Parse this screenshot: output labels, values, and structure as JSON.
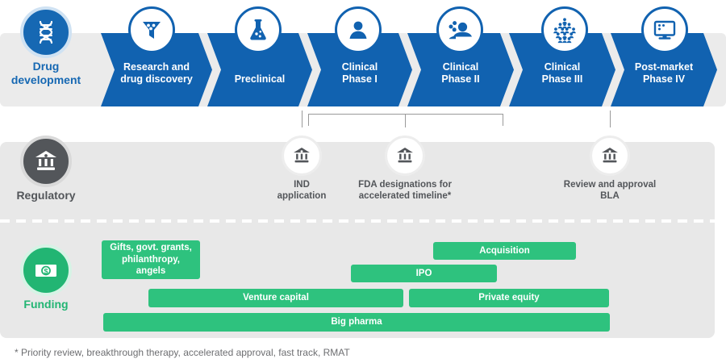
{
  "lanes": {
    "development": {
      "label": "Drug\ndevelopment",
      "label_line1": "Drug",
      "label_line2": "development",
      "icon": "dna-icon",
      "color": "#1668b3",
      "stages": [
        {
          "line1": "Research and",
          "line2": "drug discovery",
          "icon": "funnel-icon"
        },
        {
          "line1": "Preclinical",
          "line2": "",
          "icon": "flask-icon"
        },
        {
          "line1": "Clinical",
          "line2": "Phase I",
          "icon": "person-icon"
        },
        {
          "line1": "Clinical",
          "line2": "Phase II",
          "icon": "people-group-icon"
        },
        {
          "line1": "Clinical",
          "line2": "Phase III",
          "icon": "crowd-icon"
        },
        {
          "line1": "Post-market",
          "line2": "Phase IV",
          "icon": "monitor-icon"
        }
      ]
    },
    "regulatory": {
      "label": "Regulatory",
      "icon": "bank-icon",
      "color": "#53565a",
      "milestones": [
        {
          "line1": "IND",
          "line2": "application",
          "icon": "bank-icon"
        },
        {
          "line1": "FDA designations for",
          "line2": "accelerated timeline*",
          "icon": "bank-icon"
        },
        {
          "line1": "Review and approval",
          "line2": "BLA",
          "icon": "bank-icon"
        }
      ]
    },
    "funding": {
      "label": "Funding",
      "icon": "money-icon",
      "color": "#22b573",
      "bar_color": "#2ec27e",
      "bars": [
        {
          "label": "Gifts, govt. grants, philanthropy, angels",
          "row": 0,
          "lines": [
            "Gifts, govt. grants,",
            "philanthropy,",
            "angels"
          ]
        },
        {
          "label": "Acquisition",
          "row": 0,
          "lines": [
            "Acquisition"
          ]
        },
        {
          "label": "IPO",
          "row": 1,
          "lines": [
            "IPO"
          ]
        },
        {
          "label": "Venture capital",
          "row": 2,
          "lines": [
            "Venture capital"
          ]
        },
        {
          "label": "Private equity",
          "row": 2,
          "lines": [
            "Private equity"
          ]
        },
        {
          "label": "Big pharma",
          "row": 3,
          "lines": [
            "Big pharma"
          ]
        }
      ]
    }
  },
  "footnote": "* Priority review, breakthrough therapy, accelerated approval, fast track, RMAT"
}
